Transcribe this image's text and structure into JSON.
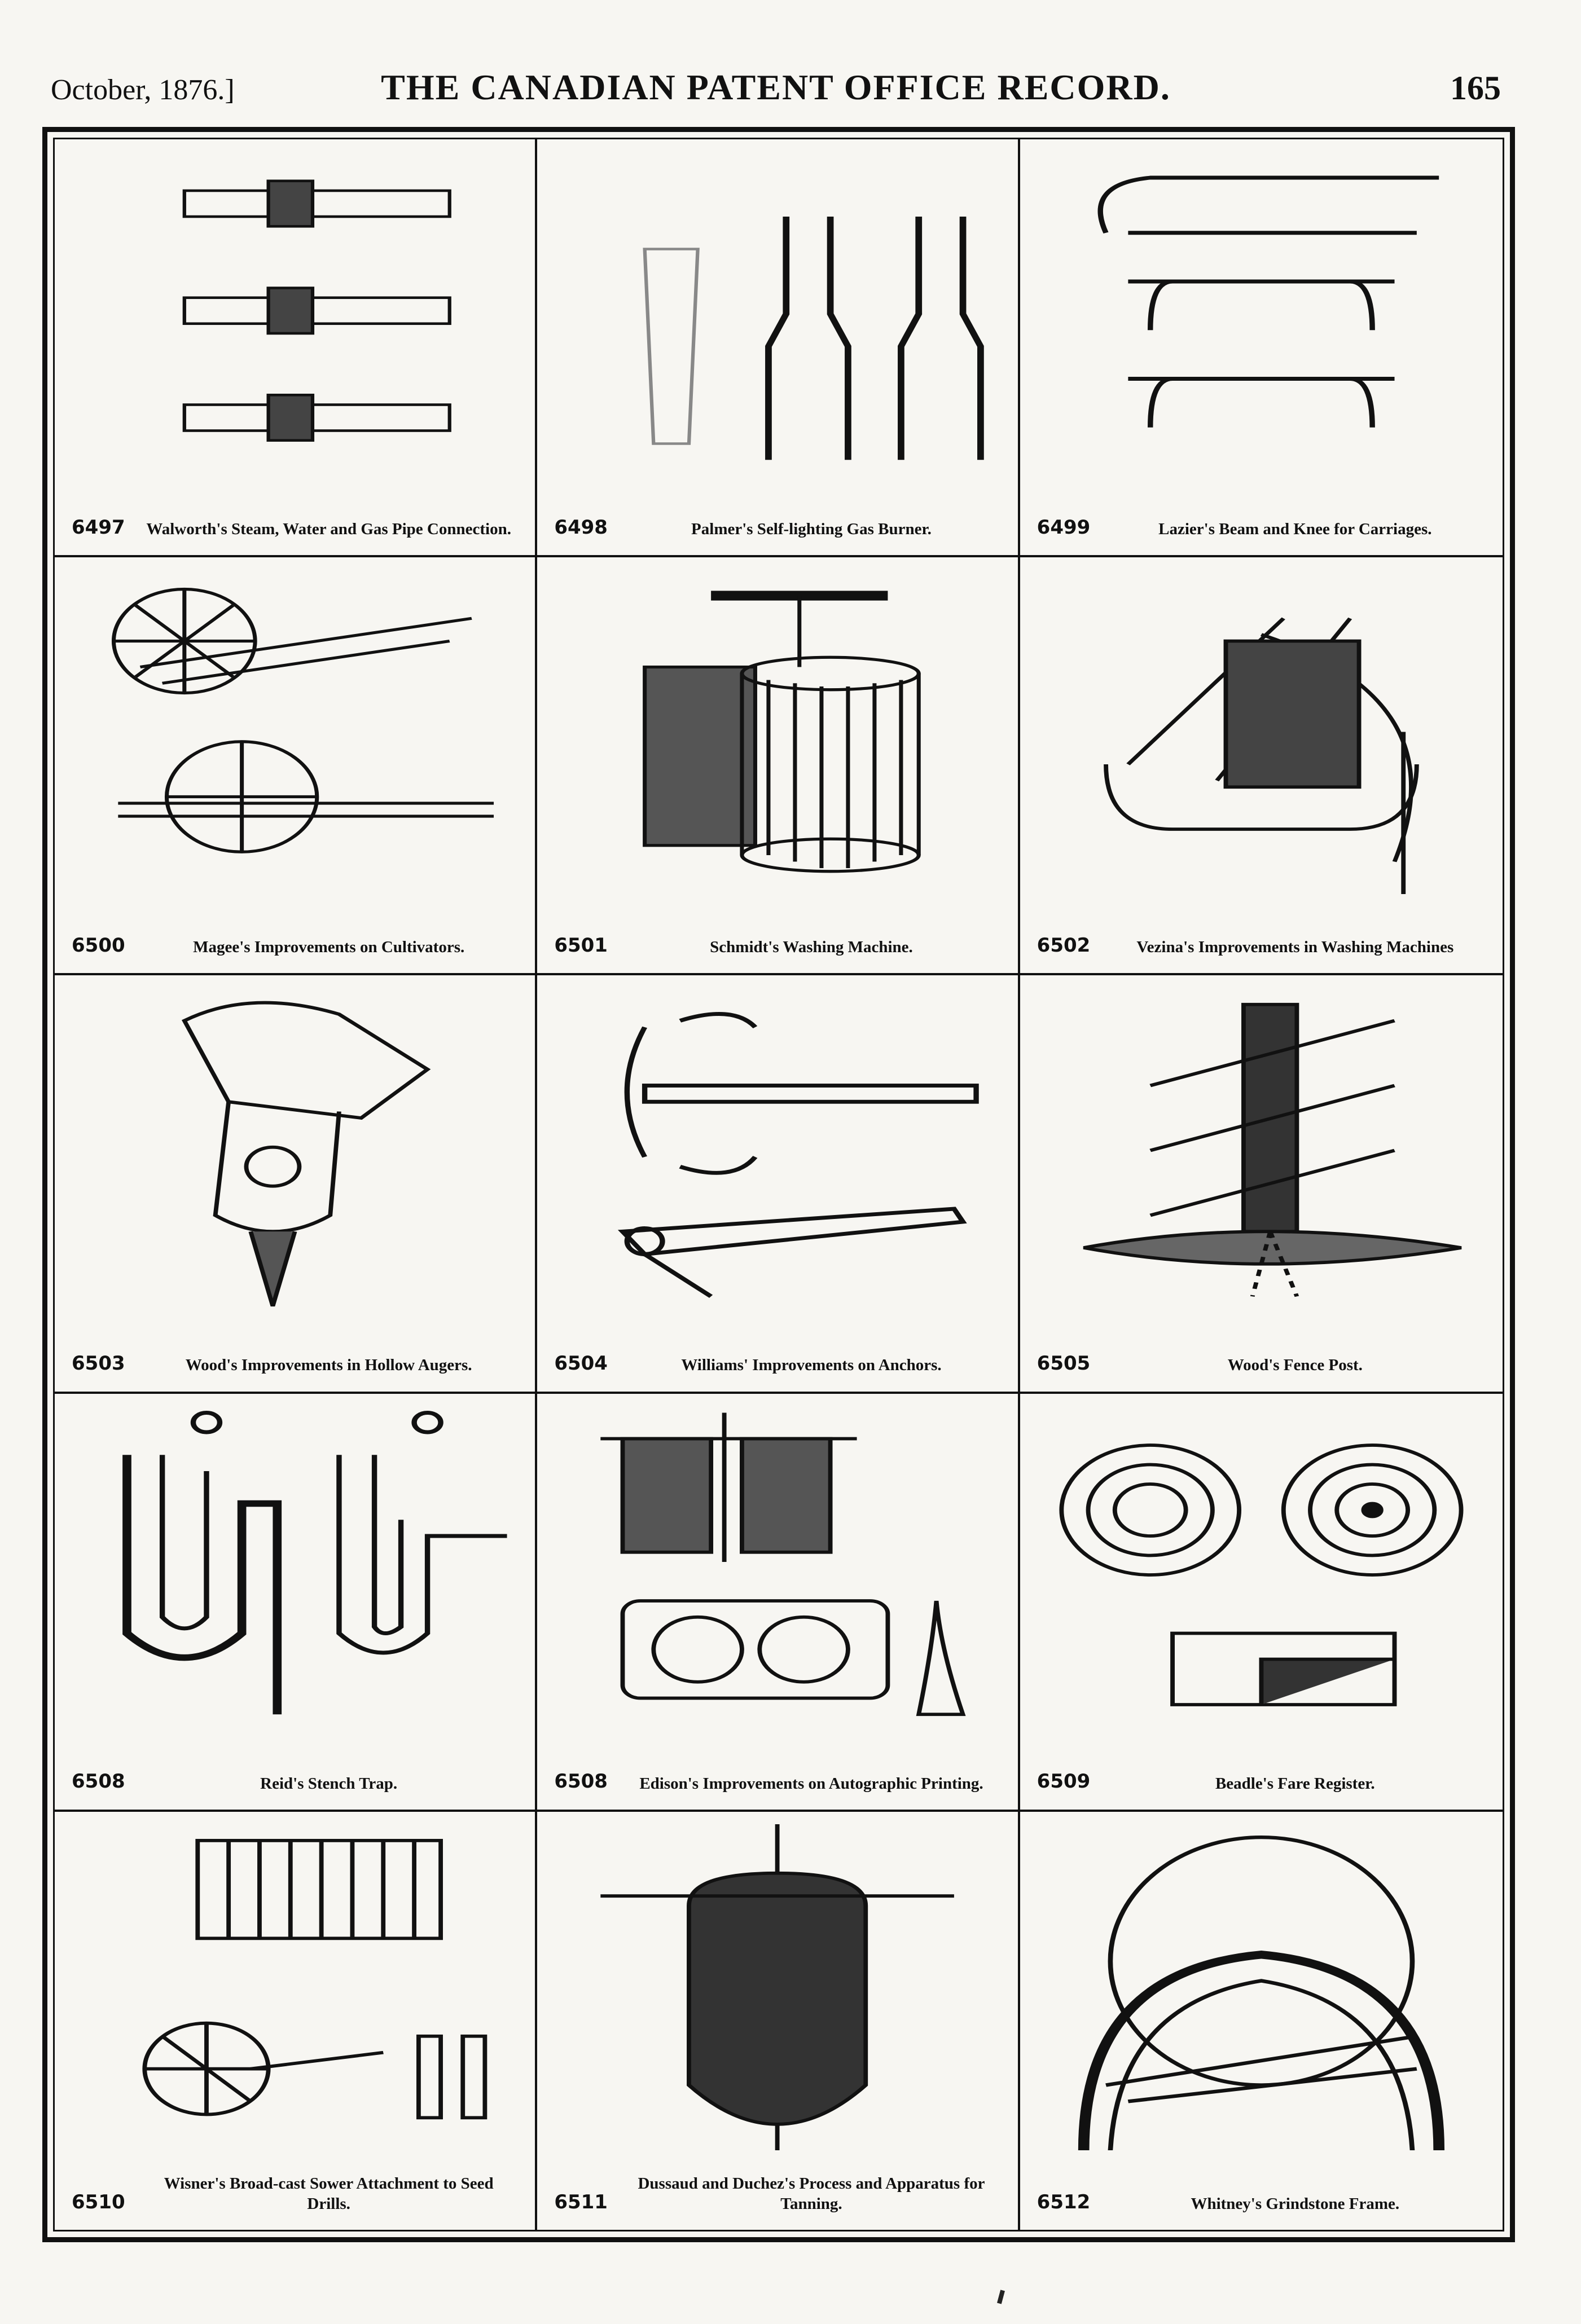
{
  "header": {
    "date": "October, 1876.]",
    "title": "THE CANADIAN PATENT OFFICE RECORD.",
    "page_number": "165"
  },
  "entries": [
    {
      "number": "6497",
      "caption": "Walworth's Steam, Water and Gas Pipe Connection."
    },
    {
      "number": "6498",
      "caption": "Palmer's Self-lighting Gas Burner."
    },
    {
      "number": "6499",
      "caption": "Lazier's Beam and Knee for Carriages."
    },
    {
      "number": "6500",
      "caption": "Magee's Improvements on Cultivators."
    },
    {
      "number": "6501",
      "caption": "Schmidt's Washing Machine."
    },
    {
      "number": "6502",
      "caption": "Vezina's Improvements in Washing Machines"
    },
    {
      "number": "6503",
      "caption": "Wood's Improvements in Hollow Augers."
    },
    {
      "number": "6504",
      "caption": "Williams' Improvements on Anchors."
    },
    {
      "number": "6505",
      "caption": "Wood's Fence Post."
    },
    {
      "number": "6508",
      "caption": "Reid's Stench Trap."
    },
    {
      "number": "6508",
      "caption": "Edison's Improvements on Autographic Printing."
    },
    {
      "number": "6509",
      "caption": "Beadle's Fare Register."
    },
    {
      "number": "6510",
      "caption": "Wisner's Broad-cast Sower Attachment to Seed Drills."
    },
    {
      "number": "6511",
      "caption": "Dussaud and Duchez's Process and Apparatus for Tanning."
    },
    {
      "number": "6512",
      "caption": "Whitney's Grindstone Frame."
    }
  ]
}
